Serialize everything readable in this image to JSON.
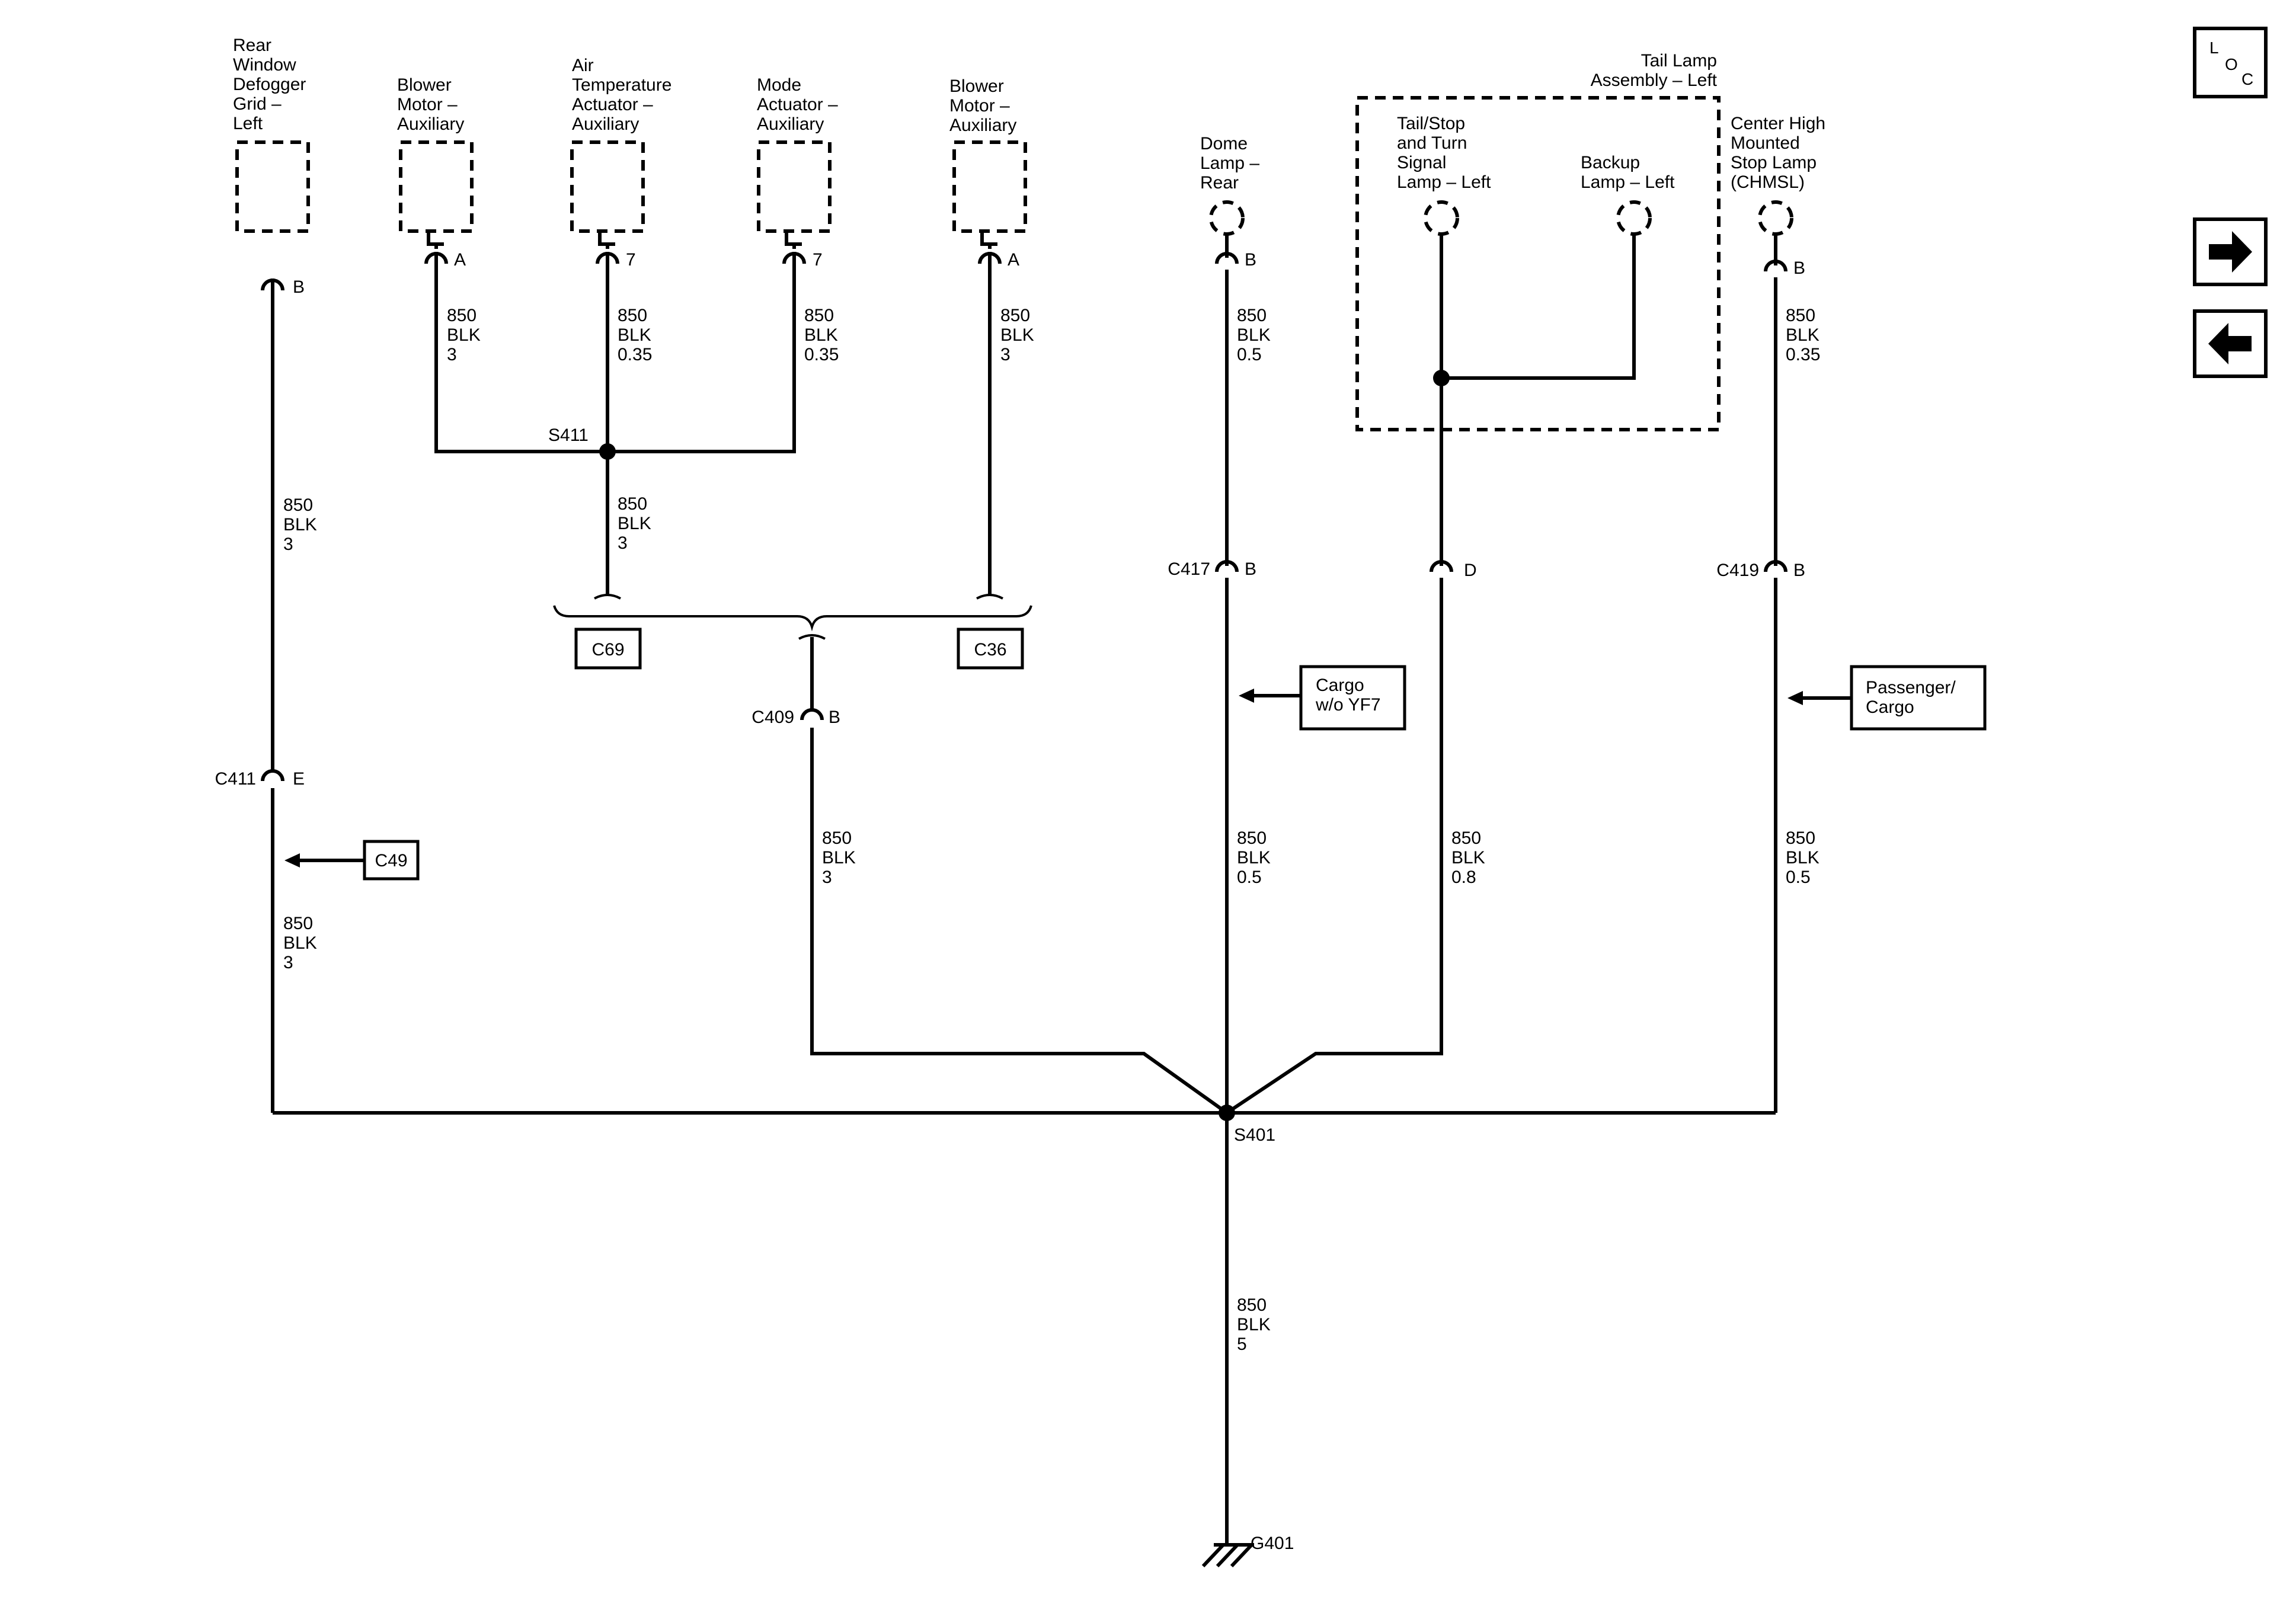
{
  "components": {
    "defogger": [
      "Rear",
      "Window",
      "Defogger",
      "Grid –",
      "Left"
    ],
    "blower1": [
      "Blower",
      "Motor –",
      "Auxiliary"
    ],
    "airtemp": [
      "Air",
      "Temperature",
      "Actuator –",
      "Auxiliary"
    ],
    "mode": [
      "Mode",
      "Actuator –",
      "Auxiliary"
    ],
    "blower2": [
      "Blower",
      "Motor –",
      "Auxiliary"
    ],
    "dome": [
      "Dome",
      "Lamp –",
      "Rear"
    ],
    "tail_assembly": [
      "Tail Lamp",
      "Assembly – Left"
    ],
    "tailstop": [
      "Tail/Stop",
      "and Turn",
      "Signal",
      "Lamp – Left"
    ],
    "backup": [
      "Backup",
      "Lamp – Left"
    ],
    "chmsl": [
      "Center High",
      "Mounted",
      "Stop Lamp",
      "(CHMSL)"
    ]
  },
  "pins": {
    "defogger": "B",
    "blower1": "A",
    "airtemp": "7",
    "mode": "7",
    "blower2": "A",
    "dome": "B",
    "chmsl": "B",
    "c411": "E",
    "c409": "B",
    "c417": "B",
    "tail": "D",
    "c419": "B"
  },
  "connectors": {
    "c411": "C411",
    "c409": "C409",
    "c417": "C417",
    "c419": "C419"
  },
  "splices": {
    "s411": "S411",
    "s401": "S401"
  },
  "ground": "G401",
  "wires": {
    "defogger": [
      "850",
      "BLK",
      "3"
    ],
    "blower1": [
      "850",
      "BLK",
      "3"
    ],
    "airtemp": [
      "850",
      "BLK",
      "0.35"
    ],
    "mode": [
      "850",
      "BLK",
      "0.35"
    ],
    "blower2": [
      "850",
      "BLK",
      "3"
    ],
    "s411_down": [
      "850",
      "BLK",
      "3"
    ],
    "c411_down": [
      "850",
      "BLK",
      "3"
    ],
    "c409_down": [
      "850",
      "BLK",
      "3"
    ],
    "dome": [
      "850",
      "BLK",
      "0.5"
    ],
    "c417_down": [
      "850",
      "BLK",
      "0.5"
    ],
    "tail_down": [
      "850",
      "BLK",
      "0.8"
    ],
    "chmsl": [
      "850",
      "BLK",
      "0.35"
    ],
    "c419_down": [
      "850",
      "BLK",
      "0.5"
    ],
    "ground": [
      "850",
      "BLK",
      "5"
    ]
  },
  "refs": {
    "c69": "C69",
    "c36": "C36",
    "c49": "C49",
    "cargo": [
      "Cargo",
      "w/o YF7"
    ],
    "passenger": [
      "Passenger/",
      "Cargo"
    ]
  },
  "nav": {
    "loc": [
      "L",
      "O",
      "C"
    ],
    "next": "right-arrow-icon",
    "prev": "left-arrow-icon"
  }
}
